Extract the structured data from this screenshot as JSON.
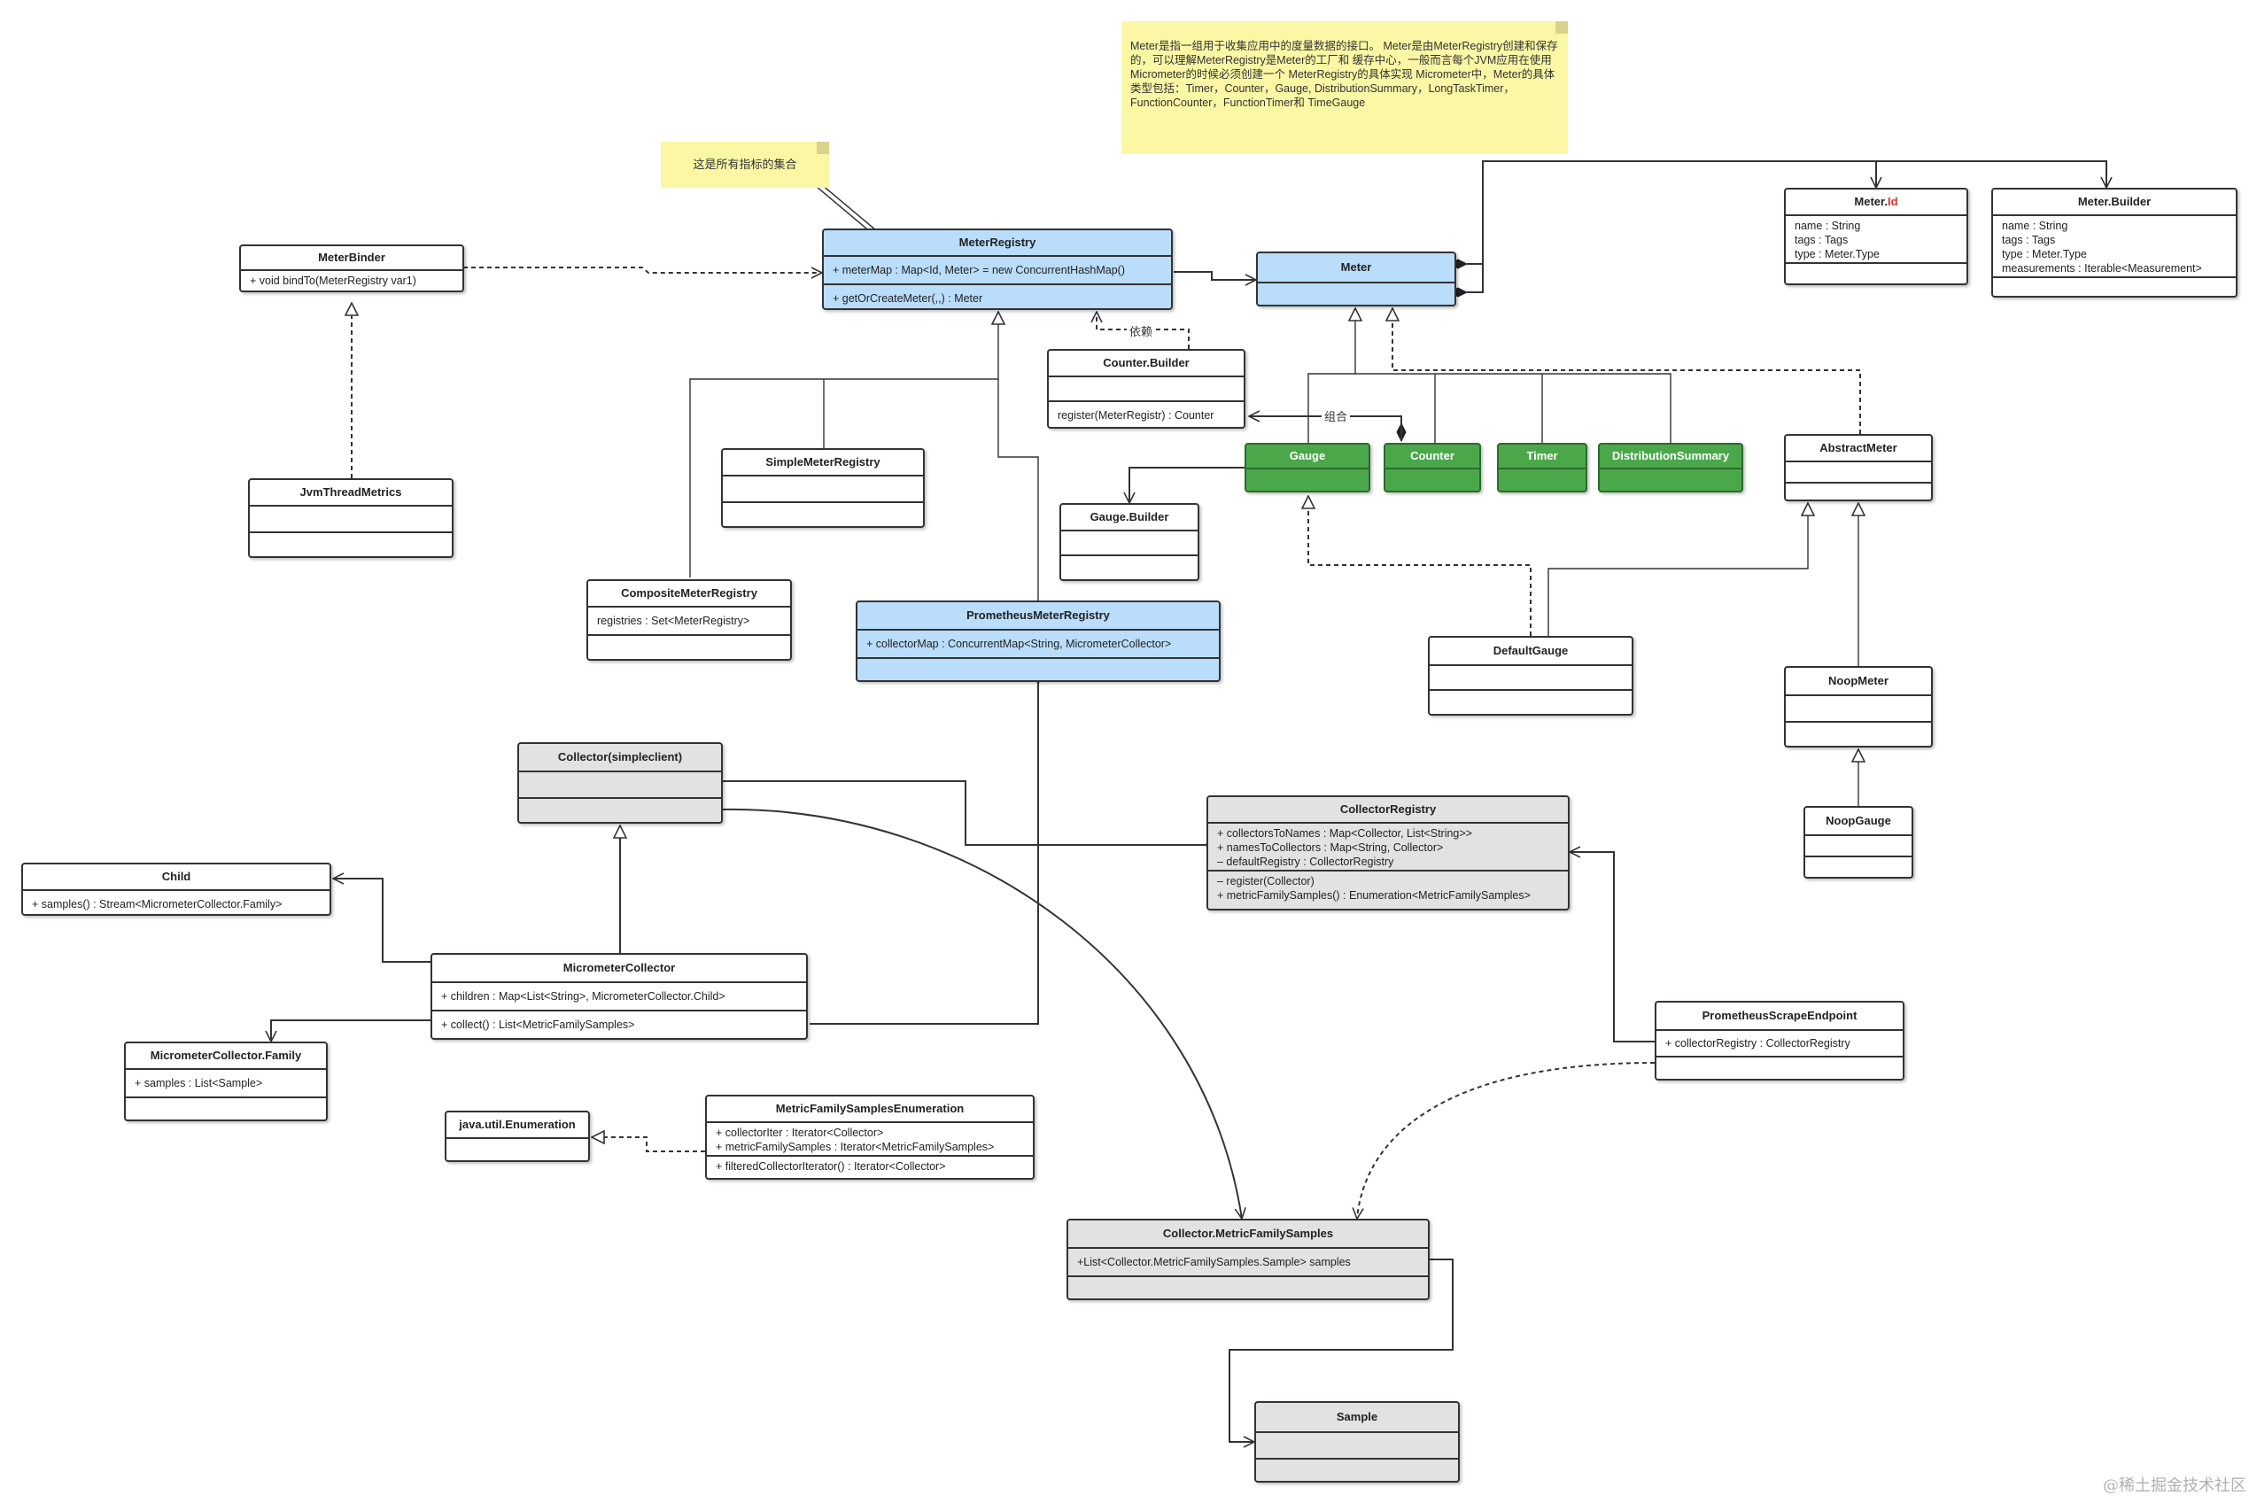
{
  "notes": {
    "meter_intro": [
      "Meter是指一组用于收集应用中的度量数据的接口。",
      "Meter是由MeterRegistry创建和保存的，可以理解MeterRegistry是Meter的工厂和",
      "缓存中心，一般而言每个JVM应用在使用Micrometer的时候必须创建一个",
      "MeterRegistry的具体实现",
      "Micrometer中，Meter的具体类型包括：Timer，Counter，Gauge,",
      "DistributionSummary，LongTaskTimer，FunctionCounter，FunctionTimer和",
      "TimeGauge"
    ],
    "all_metrics": "这是所有指标的集合"
  },
  "edge_labels": {
    "depends": "依赖",
    "compose": "组合"
  },
  "classes": {
    "meter_binder": {
      "title": "MeterBinder",
      "attrs": [],
      "ops": [
        "+ void bindTo(MeterRegistry var1)"
      ]
    },
    "jvm_thread_metrics": {
      "title": "JvmThreadMetrics",
      "attrs": [],
      "ops": []
    },
    "meter_registry": {
      "title": "MeterRegistry",
      "attrs": [
        "+ meterMap : Map<Id, Meter> = new ConcurrentHashMap()"
      ],
      "ops": [
        "+ getOrCreateMeter(,,) : Meter"
      ]
    },
    "meter": {
      "title": "Meter",
      "attrs": []
    },
    "meter_id": {
      "title_main": "Meter.",
      "title_accent": "Id",
      "attrs": [
        "name : String",
        "tags : Tags",
        "type : Meter.Type"
      ],
      "ops": []
    },
    "meter_builder": {
      "title": "Meter.Builder",
      "attrs": [
        "name : String",
        "tags : Tags",
        "type : Meter.Type",
        "measurements : Iterable<Measurement>"
      ],
      "ops": []
    },
    "counter_builder": {
      "title": "Counter.Builder",
      "attrs": [],
      "ops": [
        "register(MeterRegistr) : Counter"
      ]
    },
    "simple_meter_registry": {
      "title": "SimpleMeterRegistry",
      "attrs": [],
      "ops": []
    },
    "composite_meter_registry": {
      "title": "CompositeMeterRegistry",
      "attrs": [
        "registries : Set<MeterRegistry>"
      ],
      "ops": []
    },
    "prometheus_meter_registry": {
      "title": "PrometheusMeterRegistry",
      "attrs": [
        "+ collectorMap : ConcurrentMap<String, MicrometerCollector>"
      ],
      "ops": []
    },
    "gauge": {
      "title": "Gauge"
    },
    "counter": {
      "title": "Counter"
    },
    "timer": {
      "title": "Timer"
    },
    "distribution_summary": {
      "title": "DistributionSummary"
    },
    "abstract_meter": {
      "title": "AbstractMeter",
      "attrs": [],
      "ops": []
    },
    "gauge_builder": {
      "title": "Gauge.Builder",
      "attrs": [],
      "ops": []
    },
    "default_gauge": {
      "title": "DefaultGauge",
      "attrs": [],
      "ops": []
    },
    "noop_meter": {
      "title": "NoopMeter",
      "attrs": [],
      "ops": []
    },
    "noop_gauge": {
      "title": "NoopGauge",
      "attrs": [],
      "ops": []
    },
    "collector_simpleclient": {
      "title": "Collector(simpleclient)",
      "attrs": [],
      "ops": []
    },
    "collector_registry": {
      "title": "CollectorRegistry",
      "attrs": [
        "+ collectorsToNames : Map<Collector, List<String>>",
        "+ namesToCollectors : Map<String, Collector>",
        "– defaultRegistry : CollectorRegistry"
      ],
      "ops": [
        "– register(Collector)",
        "+ metricFamilySamples() : Enumeration<MetricFamilySamples>"
      ]
    },
    "child": {
      "title": "Child",
      "attrs": [
        "+ samples() : Stream<MicrometerCollector.Family>"
      ]
    },
    "micrometer_collector": {
      "title": "MicrometerCollector",
      "attrs": [
        "+ children : Map<List<String>, MicrometerCollector.Child>"
      ],
      "ops": [
        "+ collect() : List<MetricFamilySamples>"
      ]
    },
    "micrometer_collector_family": {
      "title": "MicrometerCollector.Family",
      "attrs": [
        "+ samples : List<Sample>"
      ],
      "ops": []
    },
    "java_util_enumeration": {
      "title": "java.util.Enumeration",
      "attrs": []
    },
    "metric_family_samples_enumeration": {
      "title": "MetricFamilySamplesEnumeration",
      "attrs": [
        "+ collectorIter : Iterator<Collector>",
        "+ metricFamilySamples : Iterator<MetricFamilySamples>"
      ],
      "ops": [
        "+ filteredCollectorIterator() : Iterator<Collector>"
      ]
    },
    "prometheus_scrape_endpoint": {
      "title": "PrometheusScrapeEndpoint",
      "attrs": [
        "+ collectorRegistry : CollectorRegistry"
      ],
      "ops": []
    },
    "collector_metric_family_samples": {
      "title": "Collector.MetricFamilySamples",
      "attrs": [
        "+List<Collector.MetricFamilySamples.Sample> samples"
      ],
      "ops": []
    },
    "sample": {
      "title": "Sample",
      "attrs": [],
      "ops": []
    }
  },
  "watermark": "@稀土掘金技术社区",
  "colors": {
    "blue_class": "#b9ddfb",
    "gray_class": "#e2e2e2",
    "green_class": "#4aa84a",
    "note": "#fbf7a4",
    "accent_red": "#e0302b"
  }
}
